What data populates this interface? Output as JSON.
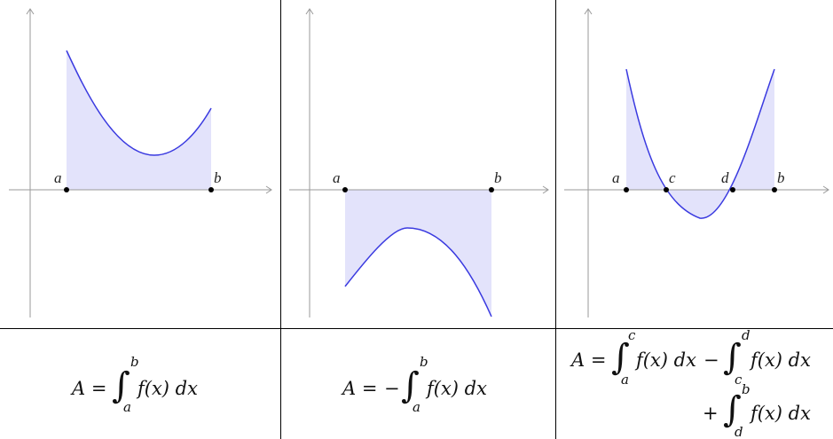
{
  "panels": [
    {
      "point_labels": [
        "a",
        "b"
      ],
      "formula": {
        "lhs": "A =",
        "sign": "",
        "integrals": [
          {
            "lower": "a",
            "upper": "b",
            "body": "f(x) dx"
          }
        ]
      }
    },
    {
      "point_labels": [
        "a",
        "b"
      ],
      "formula": {
        "lhs": "A =",
        "sign": "−",
        "integrals": [
          {
            "lower": "a",
            "upper": "b",
            "body": "f(x) dx"
          }
        ]
      }
    },
    {
      "point_labels": [
        "a",
        "c",
        "d",
        "b"
      ],
      "formula": {
        "lhs": "A =",
        "integrals": [
          {
            "lower": "a",
            "upper": "c",
            "body": "f(x) dx",
            "op": ""
          },
          {
            "lower": "c",
            "upper": "d",
            "body": "f(x) dx",
            "op": "−"
          },
          {
            "lower": "d",
            "upper": "b",
            "body": "f(x) dx",
            "op": "+"
          }
        ]
      }
    }
  ],
  "colors": {
    "curve": "#3a3ae0",
    "fill": "#e3e3fb",
    "axis": "#9a9a9a",
    "grid_border": "#000000"
  }
}
